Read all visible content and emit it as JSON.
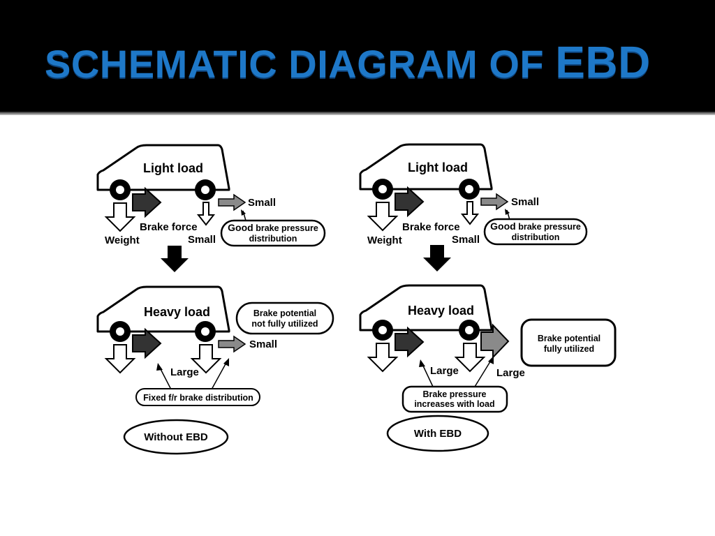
{
  "title": {
    "main": "SCHEMATIC DIAGRAM OF",
    "accent": "EBD"
  },
  "colors": {
    "title_bar": "#000000",
    "title_text": "#1e78c8",
    "arrow_dark": "#333333",
    "arrow_gray": "#8a8a8a"
  },
  "left": {
    "top": {
      "vehicle_label": "Light load",
      "weight_label": "Weight",
      "brake_force_label": "Brake force",
      "rear_small_label": "Small",
      "arrow_small_label": "Small",
      "callout_bold": "Good",
      "callout_line1_rest": " brake pressure",
      "callout_line2": "distribution"
    },
    "bottom": {
      "vehicle_label": "Heavy load",
      "callout_line1": "Brake potential",
      "callout_line2": "not fully utilized",
      "arrow_small_label": "Small",
      "large_label": "Large",
      "distribution_label": "Fixed f/r brake distribution"
    },
    "caption": "Without EBD"
  },
  "right": {
    "top": {
      "vehicle_label": "Light load",
      "weight_label": "Weight",
      "brake_force_label": "Brake force",
      "rear_small_label": "Small",
      "arrow_small_label": "Small",
      "callout_bold": "Good",
      "callout_line1_rest": " brake pressure",
      "callout_line2": "distribution"
    },
    "bottom": {
      "vehicle_label": "Heavy load",
      "large_front_label": "Large",
      "large_rear_label": "Large",
      "callout_line1": "Brake potential",
      "callout_line2": "fully utilized",
      "pressure_line1": "Brake pressure",
      "pressure_line2": "increases with load"
    },
    "caption": "With EBD"
  }
}
